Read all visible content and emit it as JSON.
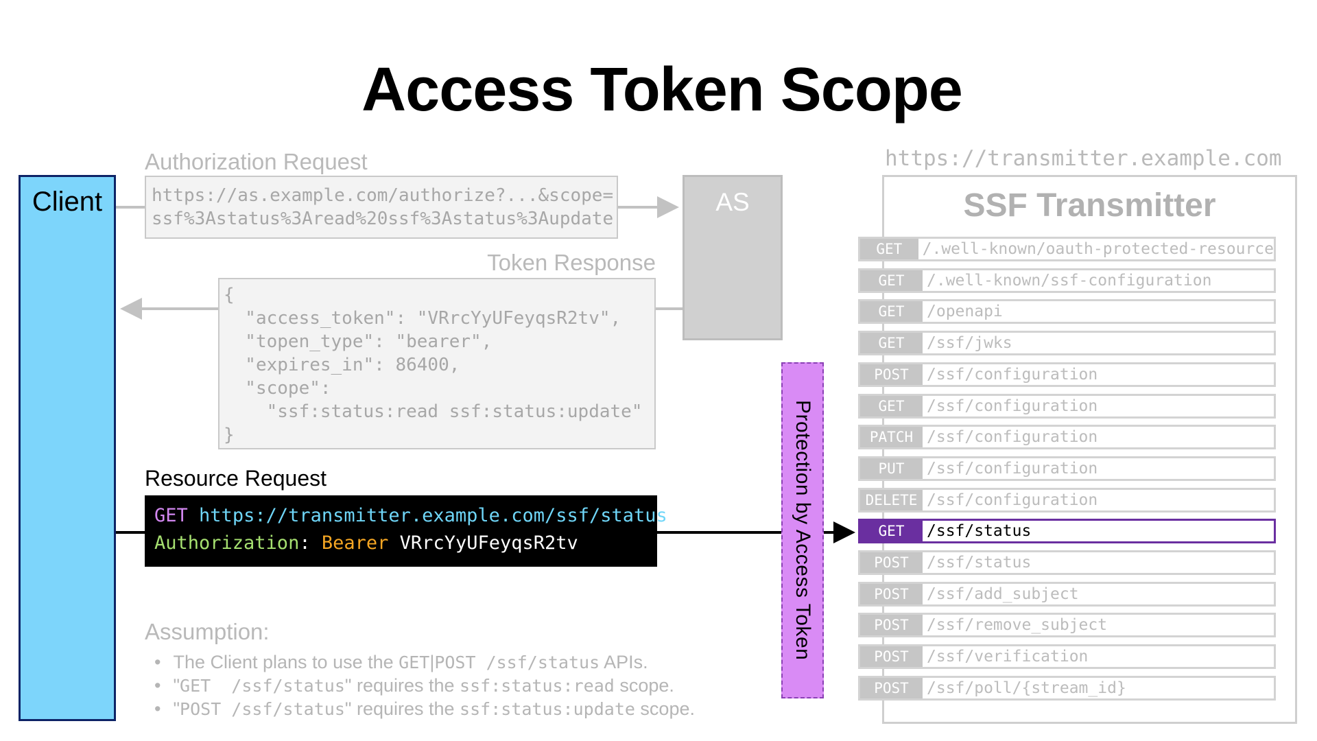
{
  "title": "Access Token Scope",
  "client": {
    "label": "Client"
  },
  "authorization_request": {
    "label": "Authorization Request",
    "line1": "https://as.example.com/authorize?...&scope=",
    "line2": "ssf%3Astatus%3Aread%20ssf%3Astatus%3Aupdate"
  },
  "as": {
    "label": "AS"
  },
  "token_response": {
    "label": "Token Response",
    "lines": [
      "{",
      "  \"access_token\": \"VRrcYyUFeyqsR2tv\",",
      "  \"topen_type\": \"bearer\",",
      "  \"expires_in\": 86400,",
      "  \"scope\":",
      "    \"ssf:status:read ssf:status:update\"",
      "}"
    ]
  },
  "resource_request": {
    "label": "Resource Request",
    "method": "GET",
    "url": "https://transmitter.example.com/ssf/status",
    "header_name": "Authorization",
    "colon": ":",
    "scheme": "Bearer",
    "token": "VRrcYyUFeyqsR2tv"
  },
  "assumption": {
    "label": "Assumption:",
    "bullet": "•",
    "item1": {
      "pre": "The Client plans to use the ",
      "code1": "GET",
      "sep": "|",
      "code2": "POST /ssf/status",
      "post": " APIs."
    },
    "item2": {
      "pre": "\"",
      "code1": "GET  /ssf/status",
      "mid": "\" requires the ",
      "code2": "ssf:status:read",
      "post": " scope."
    },
    "item3": {
      "pre": "\"",
      "code1": "POST /ssf/status",
      "mid": "\" requires the ",
      "code2": "ssf:status:update",
      "post": " scope."
    }
  },
  "protection": {
    "label": "Protection by Access Token"
  },
  "transmitter": {
    "url": "https://transmitter.example.com",
    "title": "SSF Transmitter",
    "endpoints": [
      {
        "method": "GET",
        "path": "/.well-known/oauth-protected-resource",
        "highlighted": false
      },
      {
        "method": "GET",
        "path": "/.well-known/ssf-configuration",
        "highlighted": false
      },
      {
        "method": "GET",
        "path": "/openapi",
        "highlighted": false
      },
      {
        "method": "GET",
        "path": "/ssf/jwks",
        "highlighted": false
      },
      {
        "method": "POST",
        "path": "/ssf/configuration",
        "highlighted": false
      },
      {
        "method": "GET",
        "path": "/ssf/configuration",
        "highlighted": false
      },
      {
        "method": "PATCH",
        "path": "/ssf/configuration",
        "highlighted": false
      },
      {
        "method": "PUT",
        "path": "/ssf/configuration",
        "highlighted": false
      },
      {
        "method": "DELETE",
        "path": "/ssf/configuration",
        "highlighted": false
      },
      {
        "method": "GET",
        "path": "/ssf/status",
        "highlighted": true
      },
      {
        "method": "POST",
        "path": "/ssf/status",
        "highlighted": false
      },
      {
        "method": "POST",
        "path": "/ssf/add_subject",
        "highlighted": false
      },
      {
        "method": "POST",
        "path": "/ssf/remove_subject",
        "highlighted": false
      },
      {
        "method": "POST",
        "path": "/ssf/verification",
        "highlighted": false
      },
      {
        "method": "POST",
        "path": "/ssf/poll/{stream_id}",
        "highlighted": false
      }
    ]
  },
  "colors": {
    "client_fill": "#7dd5fb",
    "client_border": "#0d2366",
    "protection_fill": "#d98bf5",
    "highlight": "#6a2fa0"
  }
}
